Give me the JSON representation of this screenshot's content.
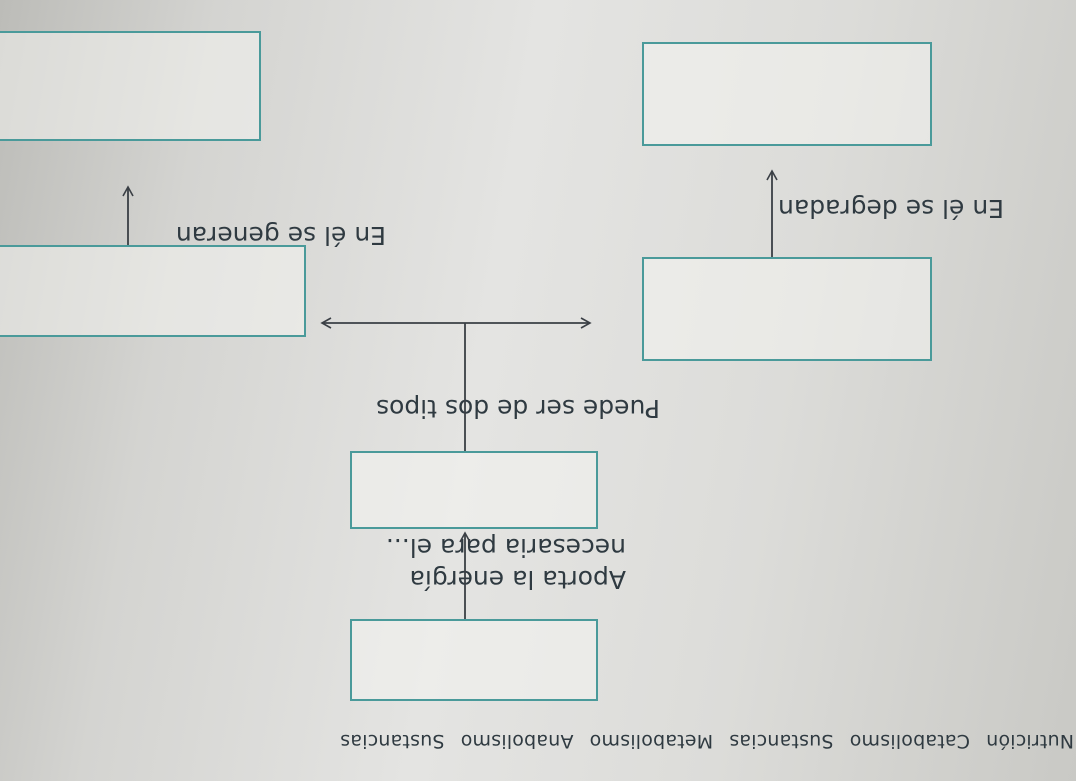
{
  "word_bank": [
    "Nutrición",
    "Catabolismo",
    "Sustancias",
    "Metabolismo",
    "Anabolismo",
    "Sustancias"
  ],
  "labels": {
    "aporta_line1": "Aporta la energía",
    "aporta_line2": "necesaria para el...",
    "dos_tipos": "Puede ser de dos tipos",
    "degradan": "En él se degradan",
    "generan": "En él se generan"
  },
  "colors": {
    "box_border": "#4a9a9a",
    "text": "#2f3a41",
    "line": "#3a3f45"
  }
}
